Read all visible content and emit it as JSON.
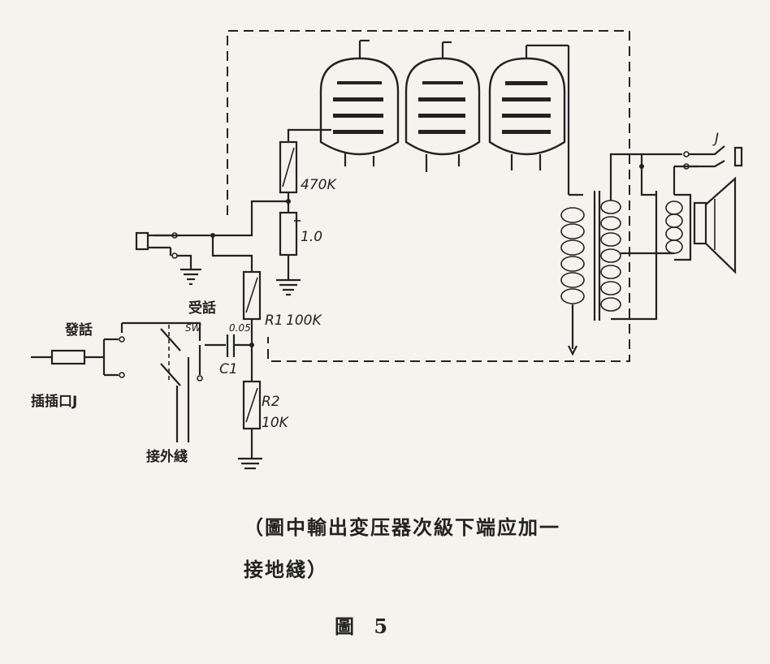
{
  "labels": {
    "r_470k": "470K",
    "r_1": "1.0",
    "r1_name": "R1",
    "r1_value": "100K",
    "r2_name": "R2",
    "r2_value": "10K",
    "c1_name": "C1",
    "c1_value": "0.05",
    "sw_label": "SW",
    "jack_j": "J",
    "receive": "受話",
    "transmit": "發話",
    "plug": "插插口J",
    "external": "接外綫"
  },
  "caption": {
    "line1": "（圖中輸出変压器次級下端应加一",
    "line2": "接地綫）"
  },
  "figure_label": "圖 5"
}
